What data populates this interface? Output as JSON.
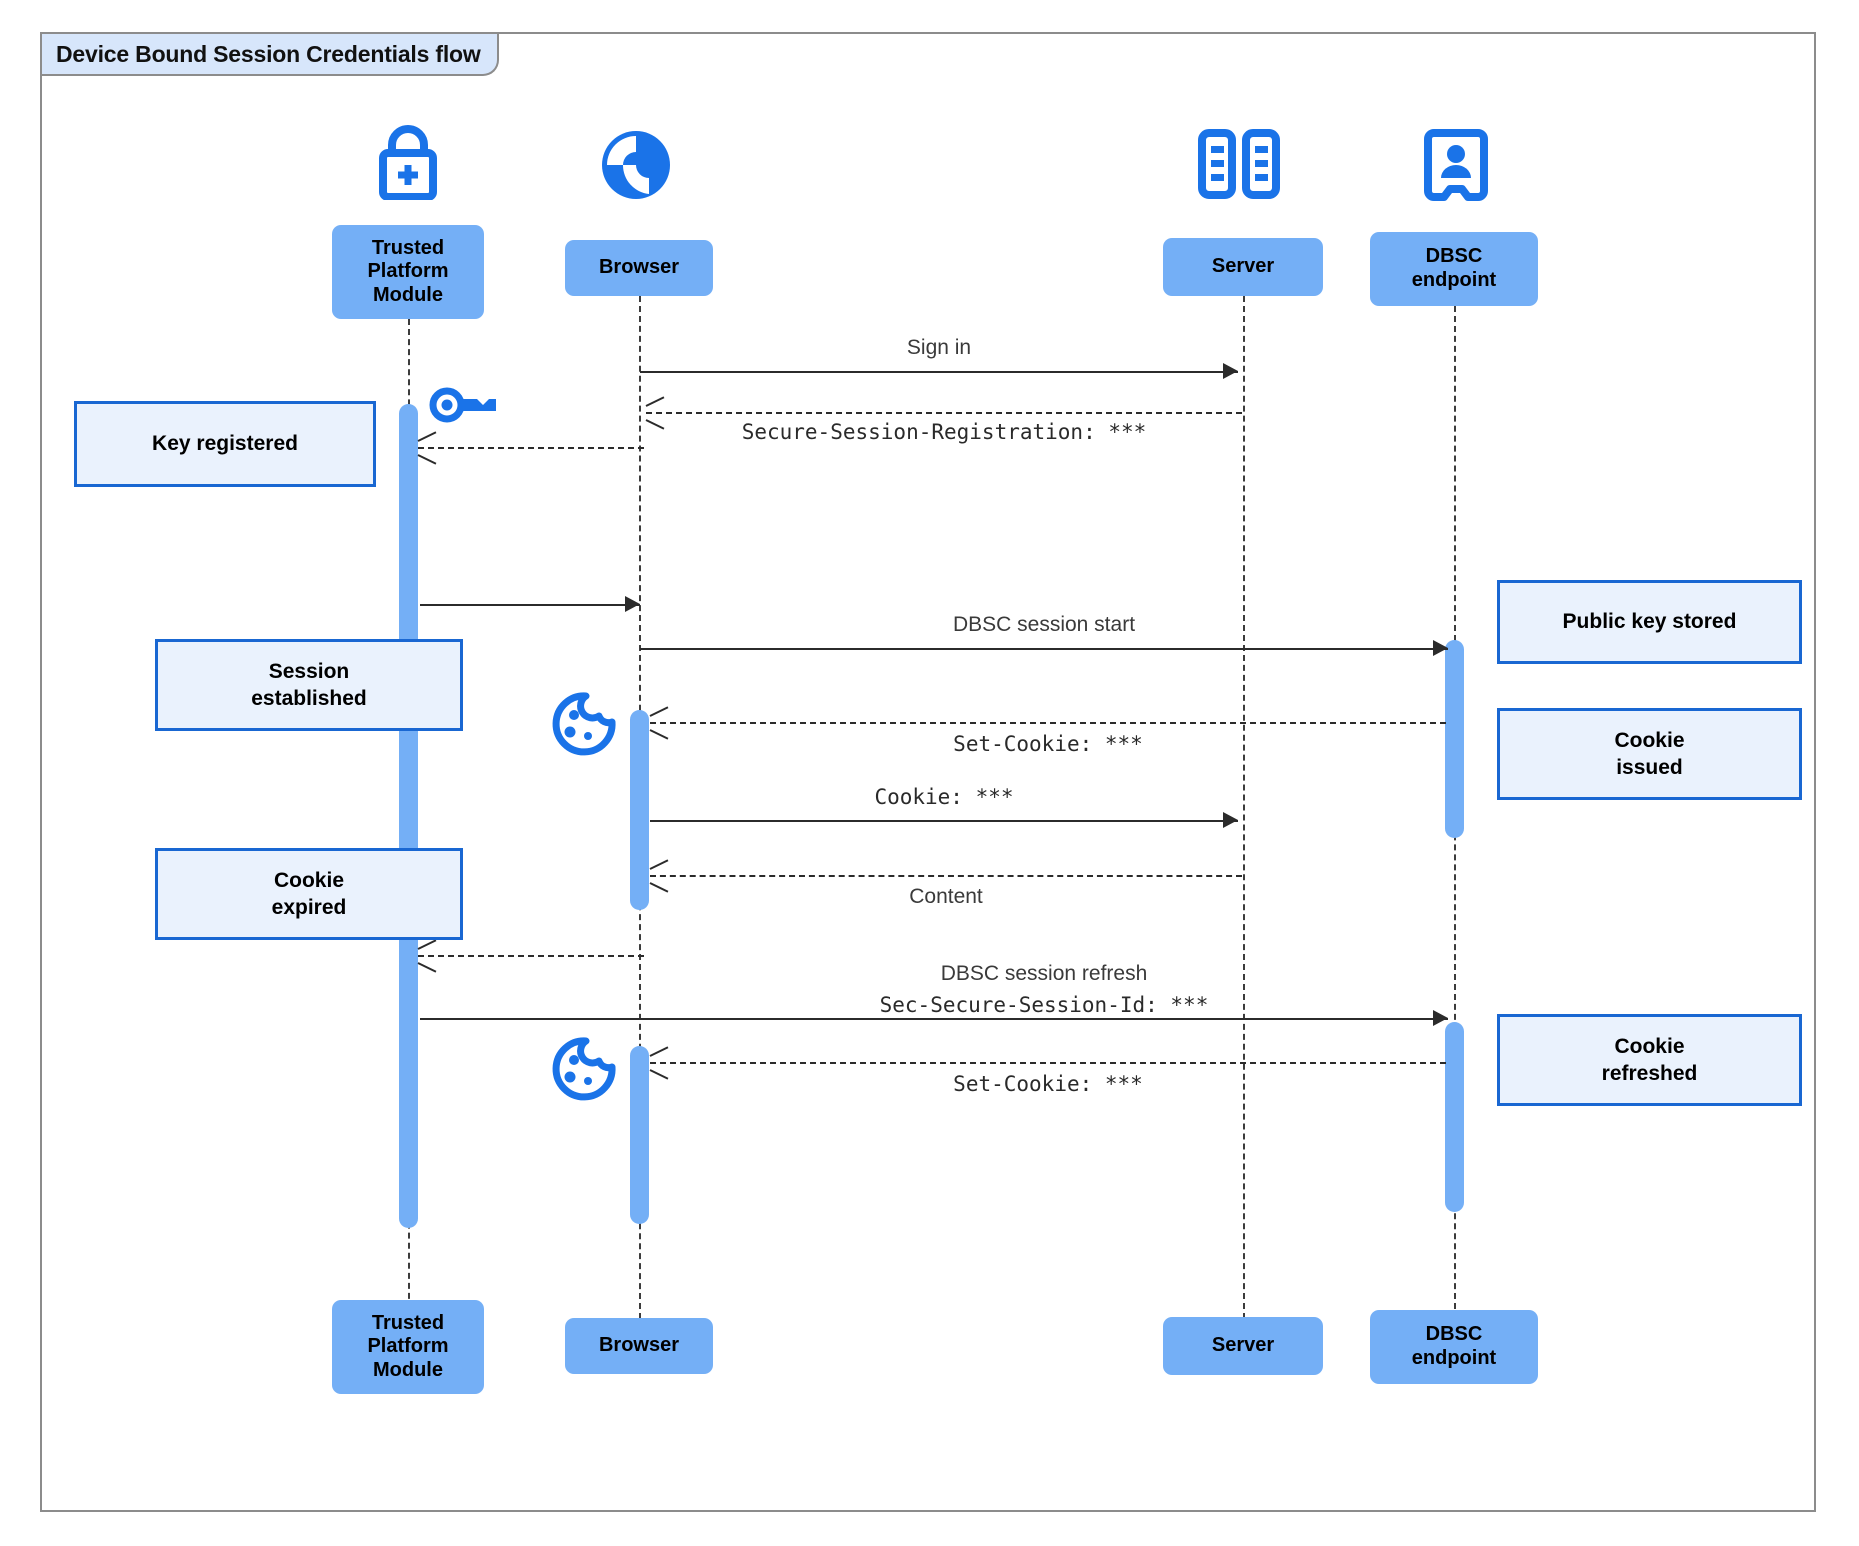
{
  "diagram": {
    "title": "Device Bound Session Credentials flow",
    "type": "sequence-diagram",
    "colors": {
      "participant_fill": "#74aff6",
      "note_fill": "#eaf2fd",
      "note_border": "#1967d2",
      "icon_blue": "#1a73e8",
      "activation_fill": "#74aff6",
      "frame_border": "#8c8c8c",
      "title_fill": "#d7e6fb"
    }
  },
  "participants": [
    {
      "id": "tpm",
      "label": "Trusted\nPlatform\nModule",
      "label_line1": "Trusted",
      "label_line2": "Platform",
      "label_line3": "Module",
      "icon": "lock-plus-icon"
    },
    {
      "id": "browser",
      "label": "Browser",
      "icon": "globe-icon"
    },
    {
      "id": "server",
      "label": "Server",
      "icon": "server-rack-icon"
    },
    {
      "id": "dbsc",
      "label": "DBSC\nendpoint",
      "label_line1": "DBSC",
      "label_line2": "endpoint",
      "icon": "id-badge-icon"
    }
  ],
  "messages": [
    {
      "id": "m1",
      "from": "browser",
      "to": "server",
      "label": "Sign in",
      "style": "solid",
      "font": "sans"
    },
    {
      "id": "m2",
      "from": "server",
      "to": "browser",
      "label": "Secure-Session-Registration: ***",
      "style": "dashed",
      "font": "mono"
    },
    {
      "id": "m3",
      "from": "server",
      "to": "tpm",
      "label": "",
      "style": "dashed",
      "font": "sans"
    },
    {
      "id": "m4",
      "from": "tpm",
      "to": "browser",
      "label": "",
      "style": "solid",
      "font": "sans"
    },
    {
      "id": "m5",
      "from": "browser",
      "to": "dbsc",
      "label": "DBSC session start",
      "style": "solid",
      "font": "sans"
    },
    {
      "id": "m6",
      "from": "dbsc",
      "to": "browser",
      "label": "Set-Cookie: ***",
      "style": "dashed",
      "font": "mono"
    },
    {
      "id": "m7",
      "from": "browser",
      "to": "server",
      "label": "Cookie: ***",
      "style": "solid",
      "font": "mono"
    },
    {
      "id": "m8",
      "from": "server",
      "to": "browser",
      "label": "Content",
      "style": "dashed",
      "font": "sans"
    },
    {
      "id": "m9",
      "from": "browser",
      "to": "tpm",
      "label": "",
      "style": "dashed",
      "font": "sans"
    },
    {
      "id": "m10",
      "from": "tpm",
      "to": "dbsc",
      "label": "DBSC session refresh",
      "label2": "Sec-Secure-Session-Id: ***",
      "style": "solid",
      "font": "sans"
    },
    {
      "id": "m11",
      "from": "dbsc",
      "to": "browser",
      "label": "Set-Cookie: ***",
      "style": "dashed",
      "font": "mono"
    }
  ],
  "notes": [
    {
      "id": "n1",
      "text": "Key registered",
      "side": "left",
      "attached_to": "tpm"
    },
    {
      "id": "n2",
      "text": "Session\nestablished",
      "line1": "Session",
      "line2": "established",
      "side": "left",
      "attached_to": "tpm"
    },
    {
      "id": "n3",
      "text": "Cookie\nexpired",
      "line1": "Cookie",
      "line2": "expired",
      "side": "left",
      "attached_to": "tpm"
    },
    {
      "id": "n4",
      "text": "Public key stored",
      "side": "right",
      "attached_to": "dbsc"
    },
    {
      "id": "n5",
      "text": "Cookie\nissued",
      "line1": "Cookie",
      "line2": "issued",
      "side": "right",
      "attached_to": "dbsc"
    },
    {
      "id": "n6",
      "text": "Cookie\nrefreshed",
      "line1": "Cookie",
      "line2": "refreshed",
      "side": "right",
      "attached_to": "dbsc"
    }
  ],
  "inline_icons": [
    {
      "id": "key1",
      "name": "key-icon",
      "near": "tpm"
    },
    {
      "id": "cookie1",
      "name": "cookie-icon",
      "near": "browser"
    },
    {
      "id": "cookie2",
      "name": "cookie-icon",
      "near": "browser"
    }
  ]
}
